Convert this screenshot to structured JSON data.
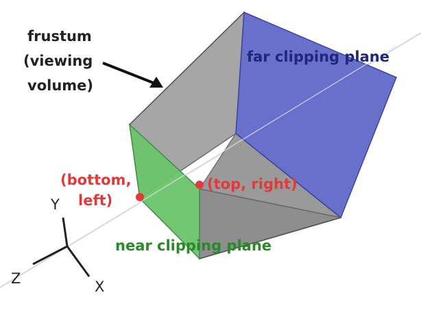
{
  "labels": {
    "frustum_line1": "frustum",
    "frustum_line2": "(viewing",
    "frustum_line3": "volume)",
    "far_plane": "far clipping plane",
    "near_plane": "near clipping plane",
    "bottom_left_line1": "(bottom,",
    "bottom_left_line2": "left)",
    "top_right": "(top, right)"
  },
  "axes": {
    "y": "Y",
    "z": "Z",
    "x": "X"
  },
  "colors": {
    "frustum_gray": "#9a9a9a",
    "far_plane": "#5a63c8",
    "near_plane": "#6cc46c",
    "point": "#e03a3a",
    "edge": "#555555"
  }
}
